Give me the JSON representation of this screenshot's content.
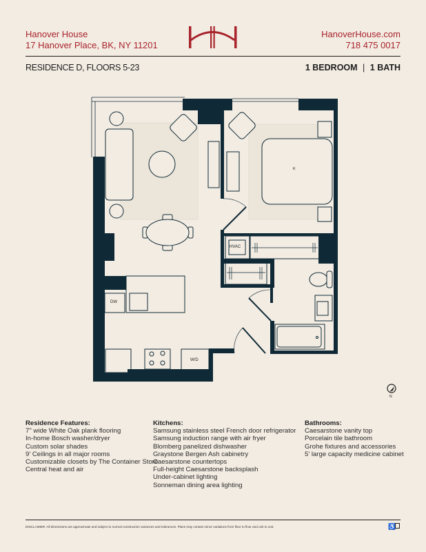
{
  "header": {
    "name": "Hanover House",
    "address": "17 Hanover Place, BK, NY 11201",
    "website": "HanoverHouse.com",
    "phone": "718 475 0017",
    "logo_text": "HH",
    "brand_color": "#a8232b"
  },
  "residence": {
    "title": "RESIDENCE D, FLOORS 5-23",
    "bedrooms": "1 BEDROOM",
    "separator": "|",
    "baths": "1 BATH"
  },
  "plan": {
    "wall_color": "#0f2a36",
    "labels": {
      "bed": "K",
      "hvac": "HVAC",
      "dishwasher": "DW",
      "washer_dryer": "W/D"
    },
    "compass_label": "N"
  },
  "features": [
    {
      "heading": "Residence Features:",
      "items": [
        "7\" wide White Oak plank flooring",
        "In-home Bosch washer/dryer",
        "Custom solar shades",
        "9' Ceilings in all major rooms",
        "Customizable closets by The Container Store",
        "Central heat and air"
      ]
    },
    {
      "heading": "Kitchens:",
      "items": [
        "Samsung stainless steel French door refrigerator",
        "Samsung induction range with air fryer",
        "Blomberg panelized dishwasher",
        "Graystone Bergen Ash cabinetry",
        "Caesarstone countertops",
        "Full-height Caesarstone backsplash",
        "Under-cabinet lighting",
        "Sonneman dining area lighting"
      ]
    },
    {
      "heading": "Bathrooms:",
      "items": [
        "Caesarstone vanity top",
        "Porcelain tile bathroom",
        "Grohe fixtures and accessories",
        "5' large capacity medicine cabinet"
      ]
    }
  ],
  "footer": {
    "disclaimer": "DISCLAIMER: All dimensions are approximate and subject to normal construction variances and tolerances. Plans may contain minor variations from floor to floor and unit to unit.",
    "icons": [
      "accessibility-icon",
      "equal-housing-icon"
    ]
  }
}
